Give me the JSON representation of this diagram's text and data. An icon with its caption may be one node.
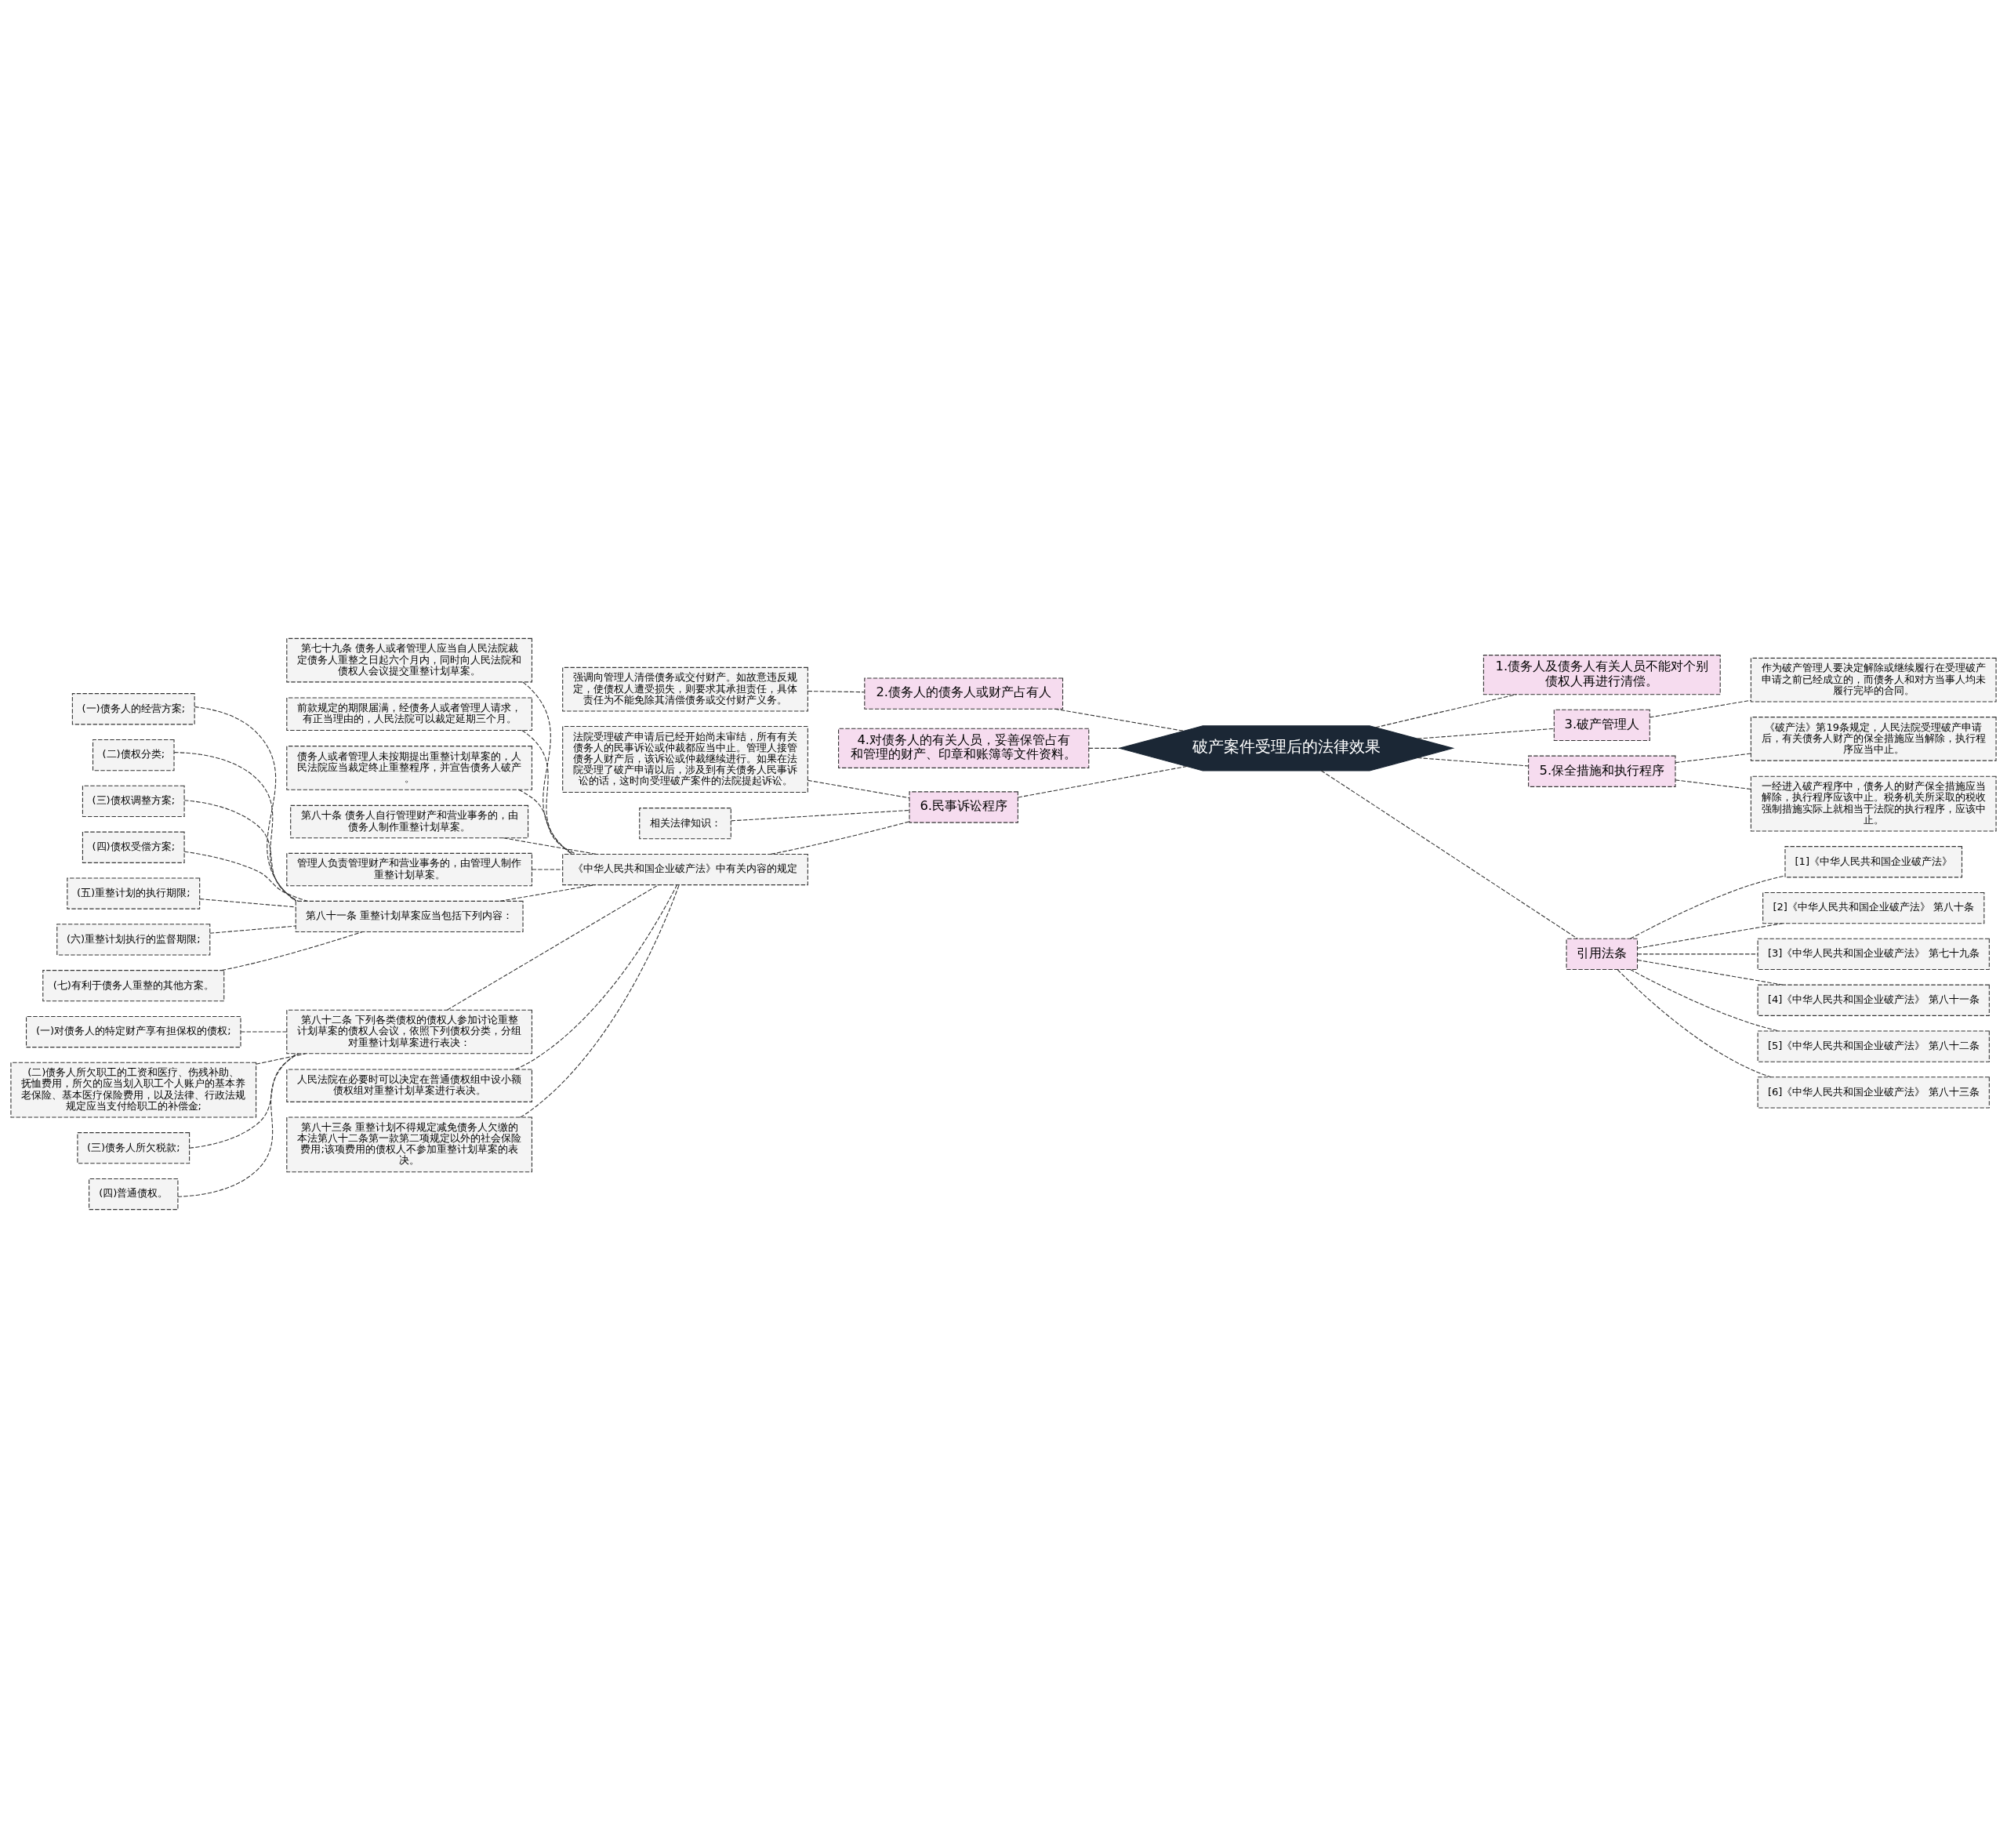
{
  "diagram": {
    "nodes": [
      {
        "text": [
          "破产案件受理后的法律效果"
        ]
      },
      {
        "text": [
          "2.债务人的债务人或财产占有人"
        ]
      },
      {
        "text": [
          "强调向管理人清偿债务或交付财产。如故意违反规定，使债权人遭受损失，则要求其承担责任，具体责任为不能免除其清偿债务或交付财产义务。"
        ]
      },
      {
        "text": [
          "4.对债务人的有关人员，妥善保管占有和管理的财产、印章和账簿等文件资料。"
        ]
      },
      {
        "text": [
          "6.民事诉讼程序"
        ]
      },
      {
        "text": [
          "法院受理破产申请后已经开始尚未审结，所有有关债务人的民事诉讼或仲裁都应当中止。管理人接管债务人财产后，该诉讼或仲裁继续进行。如果在法院受理了破产申请以后，涉及到有关债务人民事诉讼的话，这时向受理破产案件的法院提起诉讼。"
        ]
      },
      {
        "text": [
          "相关法律知识："
        ]
      },
      {
        "text": [
          "《中华人民共和国企业破产法》中有关内容的规定"
        ]
      },
      {
        "text": [
          "第七十九条 债务人或者管理人应当自人民法院裁定债务人重整之日起六个月内，同时向人民法院和债权人会议提交重整计划草案。"
        ]
      },
      {
        "text": [
          "前款规定的期限届满，经债务人或者管理人请求，有正当理由的，人民法院可以裁定延期三个月。"
        ]
      },
      {
        "text": [
          "债务人或者管理人未按期提出重整计划草案的，人民法院应当裁定终止重整程序，并宣告债务人破产。"
        ]
      },
      {
        "text": [
          "第八十条 债务人自行管理财产和营业事务的，由债务人制作重整计划草案。"
        ]
      },
      {
        "text": [
          "管理人负责管理财产和营业事务的，由管理人制作重整计划草案。"
        ]
      },
      {
        "text": [
          "第八十一条 重整计划草案应当包括下列内容："
        ]
      },
      {
        "text": [
          "(一)债务人的经营方案;"
        ]
      },
      {
        "text": [
          "(二)债权分类;"
        ]
      },
      {
        "text": [
          "(三)债权调整方案;"
        ]
      },
      {
        "text": [
          "(四)债权受偿方案;"
        ]
      },
      {
        "text": [
          "(五)重整计划的执行期限;"
        ]
      },
      {
        "text": [
          "(六)重整计划执行的监督期限;"
        ]
      },
      {
        "text": [
          "(七)有利于债务人重整的其他方案。"
        ]
      },
      {
        "text": [
          "第八十二条 下列各类债权的债权人参加讨论重整计划草案的债权人会议，依照下列债权分类，分组对重整计划草案进行表决："
        ]
      },
      {
        "text": [
          "(一)对债务人的特定财产享有担保权的债权;"
        ]
      },
      {
        "text": [
          "(二)债务人所欠职工的工资和医疗、伤残补助、抚恤费用，所欠的应当划入职工个人账户的基本养老保险、基本医疗保险费用，以及法律、行政法规规定应当支付给职工的补偿金;"
        ]
      },
      {
        "text": [
          "(三)债务人所欠税款;"
        ]
      },
      {
        "text": [
          "(四)普通债权。"
        ]
      },
      {
        "text": [
          "人民法院在必要时可以决定在普通债权组中设小额债权组对重整计划草案进行表决。"
        ]
      },
      {
        "text": [
          "第八十三条 重整计划不得规定减免债务人欠缴的本法第八十二条第一款第二项规定以外的社会保险费用;该项费用的债权人不参加重整计划草案的表决。"
        ]
      },
      {
        "text": [
          "1.债务人及债务人有关人员不能对个别债权人再进行清偿。"
        ]
      },
      {
        "text": [
          "3.破产管理人"
        ]
      },
      {
        "text": [
          "作为破产管理人要决定解除或继续履行在受理破产申请之前已经成立的，而债务人和对方当事人均未履行完毕的合同。"
        ]
      },
      {
        "text": [
          "5.保全措施和执行程序"
        ]
      },
      {
        "text": [
          "《破产法》第19条规定，人民法院受理破产申请后，有关债务人财产的保全措施应当解除，执行程序应当中止。"
        ]
      },
      {
        "text": [
          "一经进入破产程序中，债务人的财产保全措施应当解除，执行程序应该中止。税务机关所采取的税收强制措施实际上就相当于法院的执行程序，应该中止。"
        ]
      },
      {
        "text": [
          "引用法条"
        ]
      },
      {
        "text": [
          "[1]《中华人民共和国企业破产法》"
        ]
      },
      {
        "text": [
          "[2]《中华人民共和国企业破产法》 第八十条"
        ]
      },
      {
        "text": [
          "[3]《中华人民共和国企业破产法》 第七十九条"
        ]
      },
      {
        "text": [
          "[4]《中华人民共和国企业破产法》 第八十一条"
        ]
      },
      {
        "text": [
          "[5]《中华人民共和国企业破产法》 第八十二条"
        ]
      },
      {
        "text": [
          "[6]《中华人民共和国企业破产法》 第八十三条"
        ]
      }
    ],
    "edges": [
      {
        "from": 0,
        "to": 1,
        "arrow": "none"
      },
      {
        "from": 1,
        "to": 2,
        "arrow": "none"
      },
      {
        "from": 0,
        "to": 3,
        "arrow": "none"
      },
      {
        "from": 0,
        "to": 4,
        "arrow": "none"
      },
      {
        "from": 4,
        "to": 5,
        "arrow": "none"
      },
      {
        "from": 4,
        "to": 6,
        "arrow": "none"
      },
      {
        "from": 4,
        "to": 7,
        "arrow": "none"
      },
      {
        "from": 7,
        "to": 8,
        "arrow": "none"
      },
      {
        "from": 7,
        "to": 9,
        "arrow": "none"
      },
      {
        "from": 7,
        "to": 10,
        "arrow": "none"
      },
      {
        "from": 7,
        "to": 11,
        "arrow": "none"
      },
      {
        "from": 7,
        "to": 12,
        "arrow": "none"
      },
      {
        "from": 7,
        "to": 13,
        "arrow": "none"
      },
      {
        "from": 13,
        "to": 14,
        "arrow": "none"
      },
      {
        "from": 13,
        "to": 15,
        "arrow": "none"
      },
      {
        "from": 13,
        "to": 16,
        "arrow": "none"
      },
      {
        "from": 13,
        "to": 17,
        "arrow": "none"
      },
      {
        "from": 13,
        "to": 18,
        "arrow": "none"
      },
      {
        "from": 13,
        "to": 19,
        "arrow": "none"
      },
      {
        "from": 13,
        "to": 20,
        "arrow": "none"
      },
      {
        "from": 7,
        "to": 21,
        "arrow": "none"
      },
      {
        "from": 21,
        "to": 22,
        "arrow": "none"
      },
      {
        "from": 21,
        "to": 23,
        "arrow": "none"
      },
      {
        "from": 21,
        "to": 24,
        "arrow": "none"
      },
      {
        "from": 21,
        "to": 25,
        "arrow": "none"
      },
      {
        "from": 7,
        "to": 26,
        "arrow": "none"
      },
      {
        "from": 7,
        "to": 27,
        "arrow": "none"
      },
      {
        "from": 0,
        "to": 28,
        "arrow": "none"
      },
      {
        "from": 0,
        "to": 29,
        "arrow": "none"
      },
      {
        "from": 29,
        "to": 30,
        "arrow": "none"
      },
      {
        "from": 0,
        "to": 31,
        "arrow": "none"
      },
      {
        "from": 31,
        "to": 32,
        "arrow": "none"
      },
      {
        "from": 31,
        "to": 33,
        "arrow": "none"
      },
      {
        "from": 0,
        "to": 34,
        "arrow": "none"
      },
      {
        "from": 34,
        "to": 35,
        "arrow": "none"
      },
      {
        "from": 34,
        "to": 36,
        "arrow": "none"
      },
      {
        "from": 34,
        "to": 37,
        "arrow": "none"
      },
      {
        "from": 34,
        "to": 38,
        "arrow": "none"
      },
      {
        "from": 34,
        "to": 39,
        "arrow": "none"
      },
      {
        "from": 34,
        "to": 40,
        "arrow": "none"
      }
    ]
  }
}
